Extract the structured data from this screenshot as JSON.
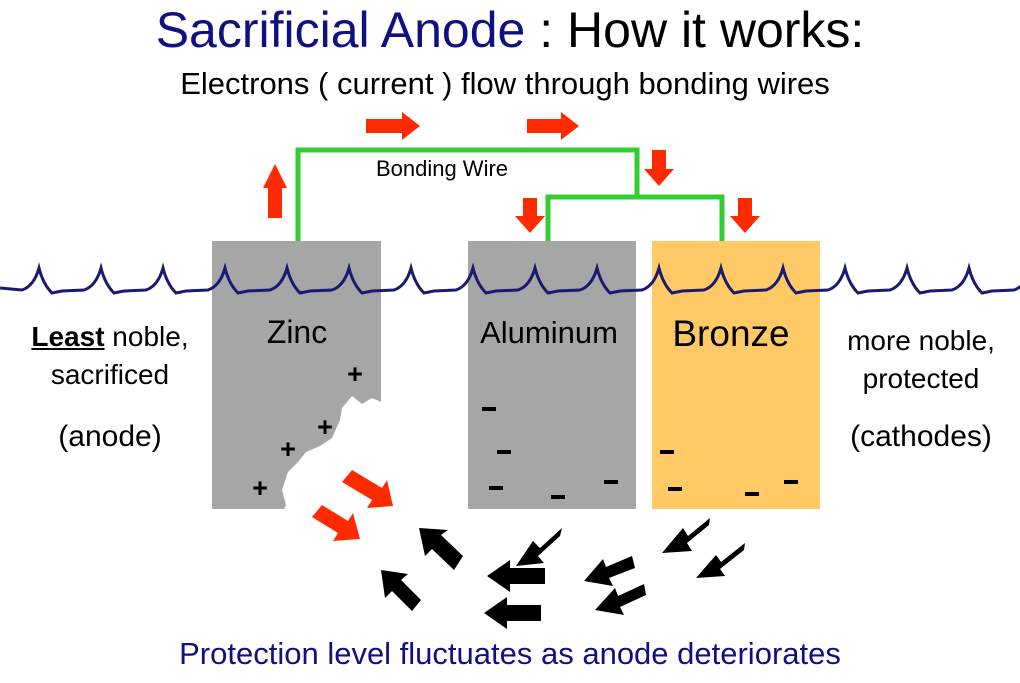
{
  "title": {
    "part1": "Sacrificial Anode",
    "separator": " : ",
    "part2": "How it works:"
  },
  "subtitle": "Electrons ( current ) flow through bonding wires",
  "bonding_wire_label": "Bonding Wire",
  "left_note": {
    "bold_word": "Least",
    "line1_rest": " noble,",
    "line2": "sacrificed",
    "role": "(anode)"
  },
  "right_note": {
    "line1": "more noble,",
    "line2": "protected",
    "role": "(cathodes)"
  },
  "metals": {
    "zinc": "Zinc",
    "aluminum": "Aluminum",
    "bronze": "Bronze"
  },
  "charges": {
    "plus": "+",
    "minus": "−"
  },
  "footer": "Protection level fluctuates as anode deteriorates",
  "colors": {
    "title_blue": "#101080",
    "wire_green": "#33cc33",
    "arrow_red": "#ff2a00",
    "metal_gray": "#a6a6a6",
    "bronze_orange": "#ffc966",
    "water_line": "#1a1a70"
  }
}
